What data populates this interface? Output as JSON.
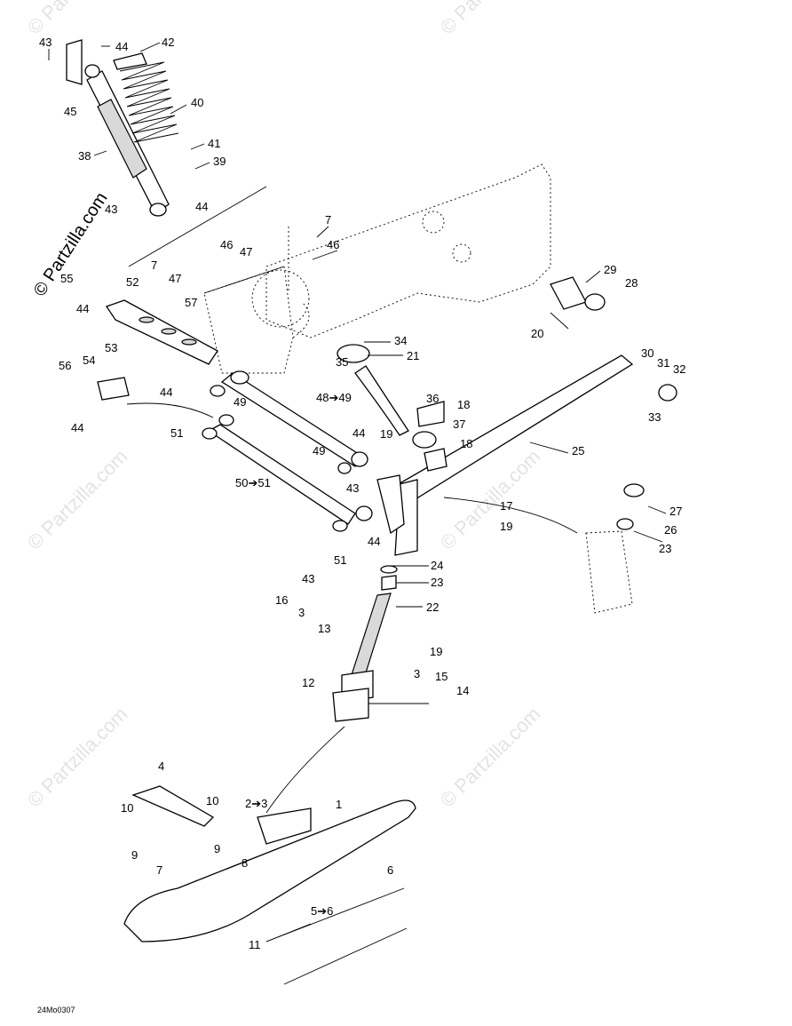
{
  "watermark": {
    "main": "© Partzilla.com",
    "repeat": "© Partzilla.com"
  },
  "drawing_id": "24Mo0307",
  "callouts": [
    {
      "id": "c43a",
      "text": "43"
    },
    {
      "id": "c44a",
      "text": "44"
    },
    {
      "id": "c42",
      "text": "42"
    },
    {
      "id": "c45",
      "text": "45"
    },
    {
      "id": "c40",
      "text": "40"
    },
    {
      "id": "c38",
      "text": "38"
    },
    {
      "id": "c41",
      "text": "41"
    },
    {
      "id": "c39",
      "text": "39"
    },
    {
      "id": "c43b",
      "text": "43"
    },
    {
      "id": "c44b",
      "text": "44"
    },
    {
      "id": "c7a",
      "text": "7"
    },
    {
      "id": "c46a",
      "text": "46"
    },
    {
      "id": "c47a",
      "text": "47"
    },
    {
      "id": "c46b",
      "text": "46"
    },
    {
      "id": "c7b",
      "text": "7"
    },
    {
      "id": "c55",
      "text": "55"
    },
    {
      "id": "c52",
      "text": "52"
    },
    {
      "id": "c47b",
      "text": "47"
    },
    {
      "id": "c57",
      "text": "57"
    },
    {
      "id": "c44c",
      "text": "44"
    },
    {
      "id": "c29",
      "text": "29"
    },
    {
      "id": "c28",
      "text": "28"
    },
    {
      "id": "c20",
      "text": "20"
    },
    {
      "id": "c34",
      "text": "34"
    },
    {
      "id": "c21",
      "text": "21"
    },
    {
      "id": "c35",
      "text": "35"
    },
    {
      "id": "c53",
      "text": "53"
    },
    {
      "id": "c54",
      "text": "54"
    },
    {
      "id": "c56",
      "text": "56"
    },
    {
      "id": "c44d",
      "text": "44"
    },
    {
      "id": "c44e",
      "text": "44"
    },
    {
      "id": "c30",
      "text": "30"
    },
    {
      "id": "c31",
      "text": "31"
    },
    {
      "id": "c32",
      "text": "32"
    },
    {
      "id": "c33",
      "text": "33"
    },
    {
      "id": "c48",
      "text": "48➔49"
    },
    {
      "id": "c49a",
      "text": "49"
    },
    {
      "id": "c36",
      "text": "36"
    },
    {
      "id": "c18a",
      "text": "18"
    },
    {
      "id": "c37",
      "text": "37"
    },
    {
      "id": "c44f",
      "text": "44"
    },
    {
      "id": "c19a",
      "text": "19"
    },
    {
      "id": "c18b",
      "text": "18"
    },
    {
      "id": "c51a",
      "text": "51"
    },
    {
      "id": "c49b",
      "text": "49"
    },
    {
      "id": "c25",
      "text": "25"
    },
    {
      "id": "c50",
      "text": "50➔51"
    },
    {
      "id": "c43c",
      "text": "43"
    },
    {
      "id": "c17",
      "text": "17"
    },
    {
      "id": "c19b",
      "text": "19"
    },
    {
      "id": "c27",
      "text": "27"
    },
    {
      "id": "c26",
      "text": "26"
    },
    {
      "id": "c23a",
      "text": "23"
    },
    {
      "id": "c44g",
      "text": "44"
    },
    {
      "id": "c43d",
      "text": "43"
    },
    {
      "id": "c51b",
      "text": "51"
    },
    {
      "id": "c24",
      "text": "24"
    },
    {
      "id": "c23b",
      "text": "23"
    },
    {
      "id": "c22",
      "text": "22"
    },
    {
      "id": "c16",
      "text": "16"
    },
    {
      "id": "c3a",
      "text": "3"
    },
    {
      "id": "c13",
      "text": "13"
    },
    {
      "id": "c19c",
      "text": "19"
    },
    {
      "id": "c12",
      "text": "12"
    },
    {
      "id": "c3b",
      "text": "3"
    },
    {
      "id": "c15",
      "text": "15"
    },
    {
      "id": "c14",
      "text": "14"
    },
    {
      "id": "c4",
      "text": "4"
    },
    {
      "id": "c10a",
      "text": "10"
    },
    {
      "id": "c10b",
      "text": "10"
    },
    {
      "id": "c2",
      "text": "2➔3"
    },
    {
      "id": "c1",
      "text": "1"
    },
    {
      "id": "c9a",
      "text": "9"
    },
    {
      "id": "c9b",
      "text": "9"
    },
    {
      "id": "c8",
      "text": "8"
    },
    {
      "id": "c7c",
      "text": "7"
    },
    {
      "id": "c6",
      "text": "6"
    },
    {
      "id": "c5",
      "text": "5➔6"
    },
    {
      "id": "c11",
      "text": "11"
    }
  ]
}
